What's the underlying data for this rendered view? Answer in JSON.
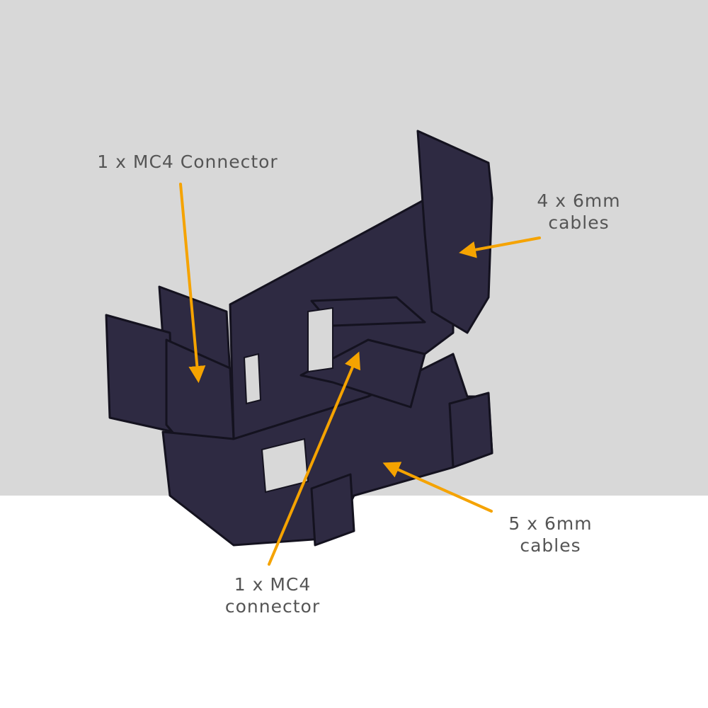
{
  "colors": {
    "background_top": "#d8d8d8",
    "background_bottom": "#ffffff",
    "part": "#2e2a42",
    "arrow": "#f5a300",
    "label_text": "#555555"
  },
  "labels": {
    "top_left": {
      "lines": [
        "1 x MC4 Connector"
      ]
    },
    "top_right": {
      "lines": [
        "4 x 6mm",
        "cables"
      ]
    },
    "bottom_right": {
      "lines": [
        "5 x 6mm",
        "cables"
      ]
    },
    "bottom_center": {
      "lines": [
        "1 x MC4",
        "connector"
      ]
    }
  }
}
